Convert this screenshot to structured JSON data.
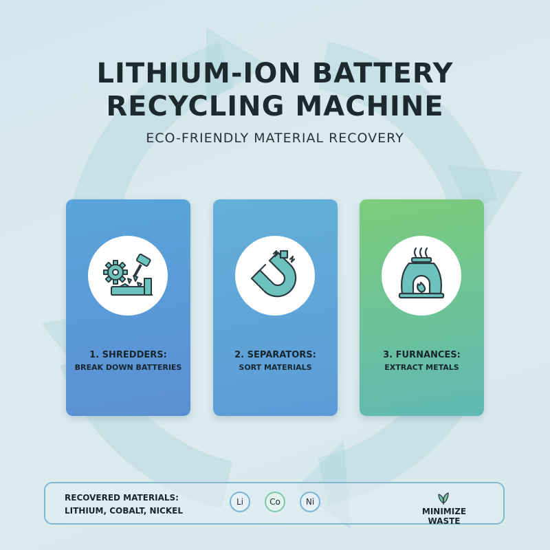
{
  "header": {
    "title_line1": "LITHIUM-ION BATTERY",
    "title_line2": "RECYCLING MACHINE",
    "subtitle": "ECO-FRIENDLY MATERIAL RECOVERY"
  },
  "steps": [
    {
      "title": "1. SHREDDERS:",
      "desc": "BREAK DOWN BATTERIES",
      "icon": "shredder-icon"
    },
    {
      "title": "2. SEPARATORS:",
      "desc": "SORT MATERIALS",
      "icon": "magnet-icon"
    },
    {
      "title": "3. FURNANCES:",
      "desc": "EXTRACT METALS",
      "icon": "furnace-icon"
    }
  ],
  "footer": {
    "label": "RECOVERED MATERIALS:",
    "list": "LITHIUM, COBALT, NICKEL",
    "badges": [
      "Li",
      "Co",
      "Ni"
    ],
    "tagline": "MINIMIZE WASTE",
    "tagline_icon": "leaf-icon"
  },
  "colors": {
    "background": "#d6e8ee",
    "card1": "#5a9ad8",
    "card2": "#60a6d8",
    "card3": "#6fc39a",
    "icon_teal": "#6cc3bd",
    "outline": "#2c3a40"
  }
}
